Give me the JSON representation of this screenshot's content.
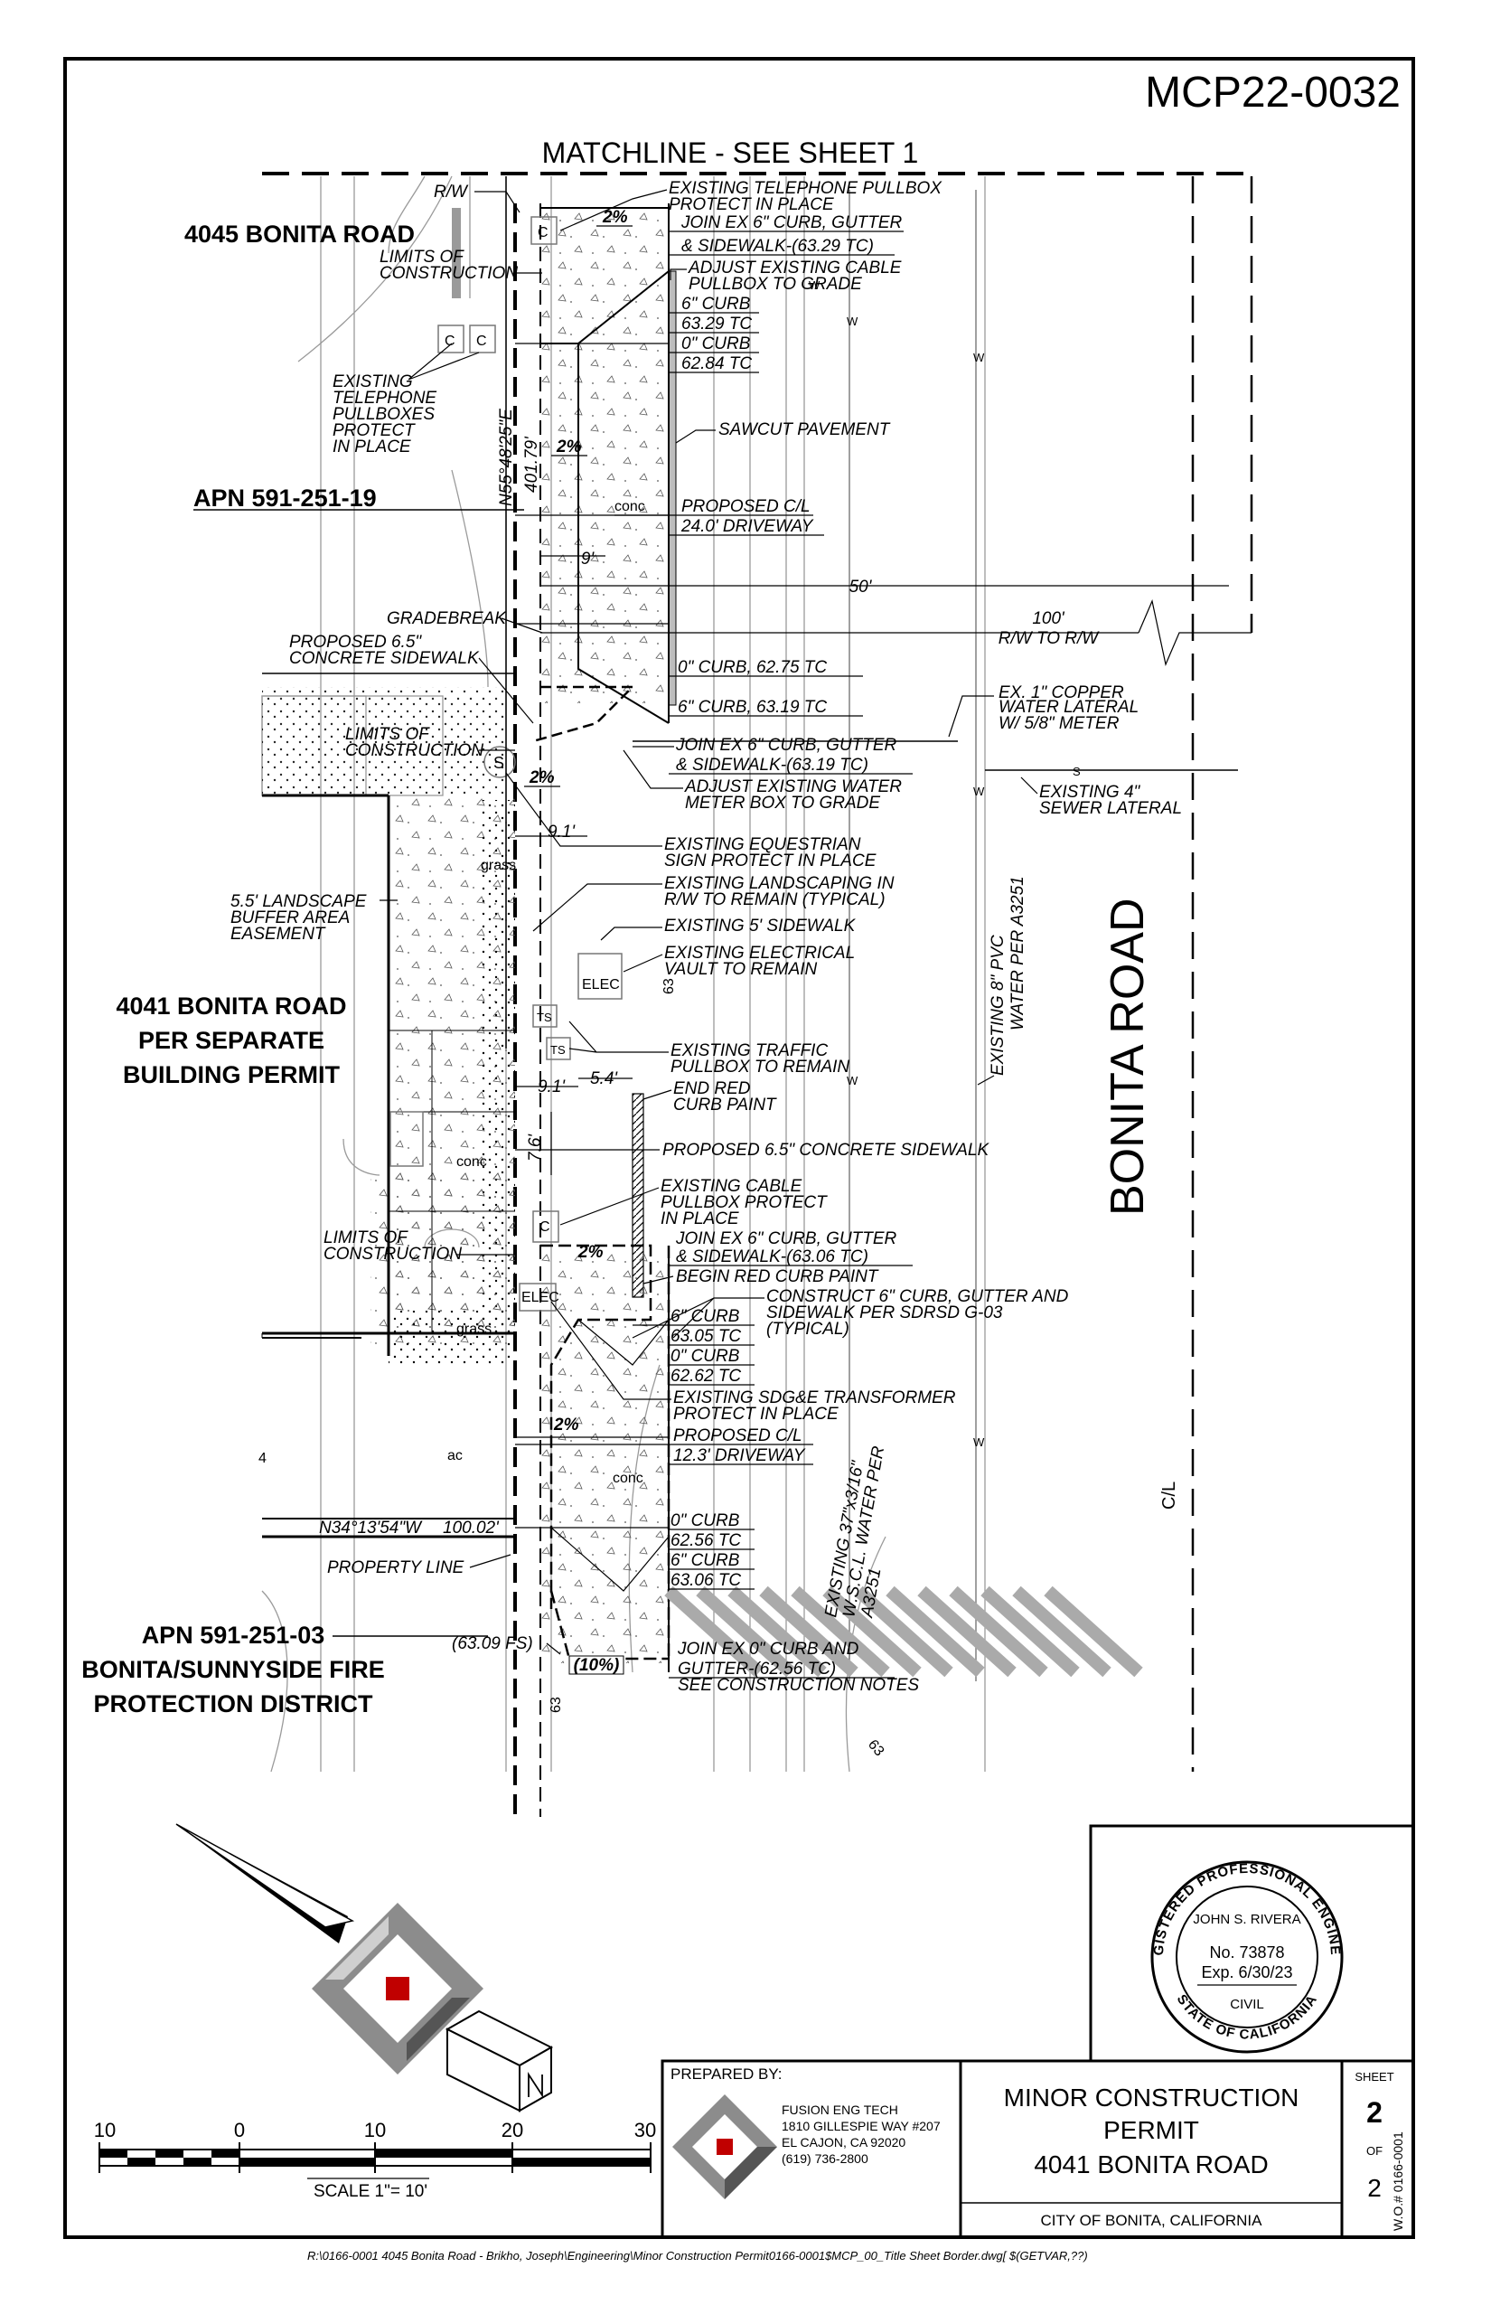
{
  "sheet_id": "MCP22-0032",
  "matchline": "MATCHLINE - SEE SHEET 1",
  "parcels": {
    "p4045": "4045 BONITA ROAD",
    "apn19": "APN 591-251-19",
    "p4041": [
      "4041 BONITA ROAD",
      "PER SEPARATE",
      "BUILDING PERMIT"
    ],
    "apn03": "APN 591-251-03",
    "fire": [
      "BONITA/SUNNYSIDE FIRE",
      "PROTECTION DISTRICT"
    ]
  },
  "road_name": "BONITA ROAD",
  "centerline": "C/L",
  "dims": {
    "bearing_top": "N55°48'25\"E",
    "dist_top": "401.79'",
    "nine": "9'",
    "fifty": "50'",
    "hundred": "100'",
    "rw_to_rw": "R/W TO R/W",
    "d91a": "9.1'",
    "d91b": "9.1'",
    "d54": "5.4'",
    "d76": "7.6'",
    "bearing_bottom": "N34°13'54\"W",
    "dist_bottom": "100.02'",
    "fs": "(63.09 FS)",
    "pct10": "(10%)",
    "two_pct": "2%"
  },
  "left_notes": {
    "rw": "R/W",
    "limits1": [
      "LIMITS OF",
      "CONSTRUCTION"
    ],
    "pullboxes": [
      "EXISTING",
      "TELEPHONE",
      "PULLBOXES",
      "PROTECT",
      "IN PLACE"
    ],
    "gradebreak": "GRADEBREAK",
    "prop_sidewalk": [
      "PROPOSED 6.5\"",
      "CONCRETE SIDEWALK"
    ],
    "limits2": [
      "LIMITS OF",
      "CONSTRUCTION"
    ],
    "landscape": [
      "5.5' LANDSCAPE",
      "BUFFER AREA",
      "EASEMENT"
    ],
    "limits3": [
      "LIMITS OF",
      "CONSTRUCTION"
    ],
    "property_line": "PROPERTY LINE"
  },
  "right_notes": {
    "n1": [
      "EXISTING TELEPHONE PULLBOX",
      "PROTECT IN PLACE"
    ],
    "n2": [
      "JOIN EX 6\" CURB, GUTTER",
      "& SIDEWALK-(63.29 TC)"
    ],
    "n3": [
      "ADJUST EXISTING CABLE",
      "PULLBOX TO GRADE"
    ],
    "n4": [
      "6\" CURB",
      "63.29 TC",
      "0\" CURB",
      "62.84 TC"
    ],
    "n5": "SAWCUT PAVEMENT",
    "n6": [
      "PROPOSED C/L",
      "24.0' DRIVEWAY"
    ],
    "n7": "0\" CURB, 62.75 TC",
    "n8": "6\" CURB, 63.19 TC",
    "n9": [
      "JOIN EX 6\" CURB, GUTTER",
      "& SIDEWALK-(63.19 TC)"
    ],
    "n10": [
      "ADJUST EXISTING WATER",
      "METER BOX TO GRADE"
    ],
    "n11": [
      "EX. 1\" COPPER",
      "WATER LATERAL",
      "W/ 5/8\" METER"
    ],
    "n12": [
      "EXISTING 4\"",
      "SEWER LATERAL"
    ],
    "n13": [
      "EXISTING EQUESTRIAN",
      "SIGN PROTECT IN PLACE"
    ],
    "n14": [
      "EXISTING LANDSCAPING IN",
      "R/W TO REMAIN (TYPICAL)"
    ],
    "n15": "EXISTING 5' SIDEWALK",
    "n16": [
      "EXISTING ELECTRICAL",
      "VAULT TO REMAIN"
    ],
    "n17": [
      "EXISTING 8\" PVC",
      "WATER PER A3251"
    ],
    "n18": [
      "EXISTING TRAFFIC",
      "PULLBOX TO REMAIN"
    ],
    "n19": [
      "END RED",
      "CURB PAINT"
    ],
    "n20": "PROPOSED 6.5\" CONCRETE SIDEWALK",
    "n21": [
      "EXISTING CABLE",
      "PULLBOX PROTECT",
      "IN PLACE"
    ],
    "n22": [
      "JOIN EX 6\" CURB, GUTTER",
      "& SIDEWALK-(63.06 TC)"
    ],
    "n23": "BEGIN RED CURB PAINT",
    "n24": [
      "CONSTRUCT 6\" CURB, GUTTER AND",
      "SIDEWALK PER SDRSD G-03",
      "(TYPICAL)"
    ],
    "n25": [
      "6\" CURB",
      "63.05 TC",
      "0\" CURB",
      "62.62 TC"
    ],
    "n26": [
      "EXISTING SDG&E TRANSFORMER",
      "PROTECT IN PLACE"
    ],
    "n27": [
      "PROPOSED C/L",
      "12.3' DRIVEWAY"
    ],
    "n28": [
      "EXISTING 37\"x3/16\"",
      "W.S.C.L. WATER PER",
      "A3251"
    ],
    "n29": [
      "0\" CURB",
      "62.56 TC",
      "6\" CURB",
      "63.06 TC"
    ],
    "n30": [
      "JOIN EX 0\" CURB AND",
      "GUTTER-(62.56 TC)",
      "SEE CONSTRUCTION NOTES"
    ]
  },
  "plan_tags": {
    "c": "C",
    "s": "S",
    "elec": "ELEC",
    "ts": "TS",
    "conc": "conc",
    "grass": "grass",
    "ac": "ac",
    "w": "W",
    "sw": "S",
    "sixtythree": "63",
    "four": "4"
  },
  "stamp": {
    "ring": "REGISTERED PROFESSIONAL ENGINEER",
    "name": "JOHN S. RIVERA",
    "no": "No. 73878",
    "exp": "Exp. 6/30/23",
    "civil": "CIVIL",
    "state": "STATE OF CALIFORNIA"
  },
  "scale_bar": {
    "ticks": [
      "10",
      "0",
      "10",
      "20",
      "30"
    ],
    "caption": "SCALE  1\"= 10'"
  },
  "preparer": {
    "header": "PREPARED BY:",
    "lines": [
      "FUSION ENG TECH",
      "1810 GILLESPIE WAY #207",
      "EL CAJON, CA 92020",
      "(619) 736-2800"
    ]
  },
  "title_block": {
    "lines": [
      "MINOR CONSTRUCTION",
      "PERMIT",
      "4041 BONITA ROAD"
    ],
    "city": "CITY OF BONITA, CALIFORNIA"
  },
  "sheet_box": {
    "label": "SHEET",
    "num": "2",
    "of": "OF",
    "total": "2"
  },
  "wo": "W.O.# 0166-0001",
  "file_path": "R:\\0166-0001 4045 Bonita Road - Brikho, Joseph\\Engineering\\Minor Construction Permit0166-0001$MCP_00_Title Sheet Border.dwg[ $(GETVAR,??)"
}
